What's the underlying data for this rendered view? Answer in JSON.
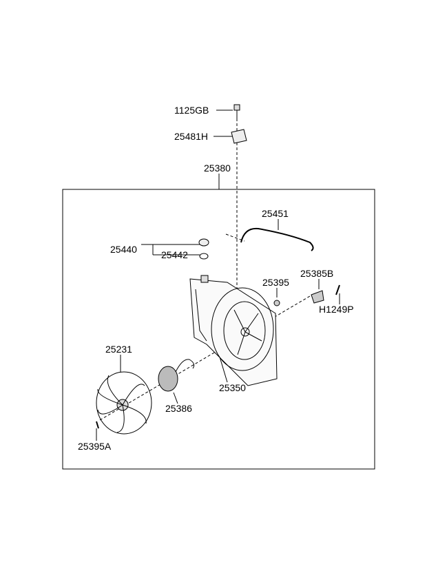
{
  "diagram": {
    "labels": {
      "p1125GB": "1125GB",
      "p25481H": "25481H",
      "p25380": "25380",
      "p25451": "25451",
      "p25440": "25440",
      "p25442": "25442",
      "p25385B": "25385B",
      "p25395": "25395",
      "pH1249P": "H1249P",
      "p25231": "25231",
      "p25350": "25350",
      "p25386": "25386",
      "p25395A": "25395A"
    }
  }
}
